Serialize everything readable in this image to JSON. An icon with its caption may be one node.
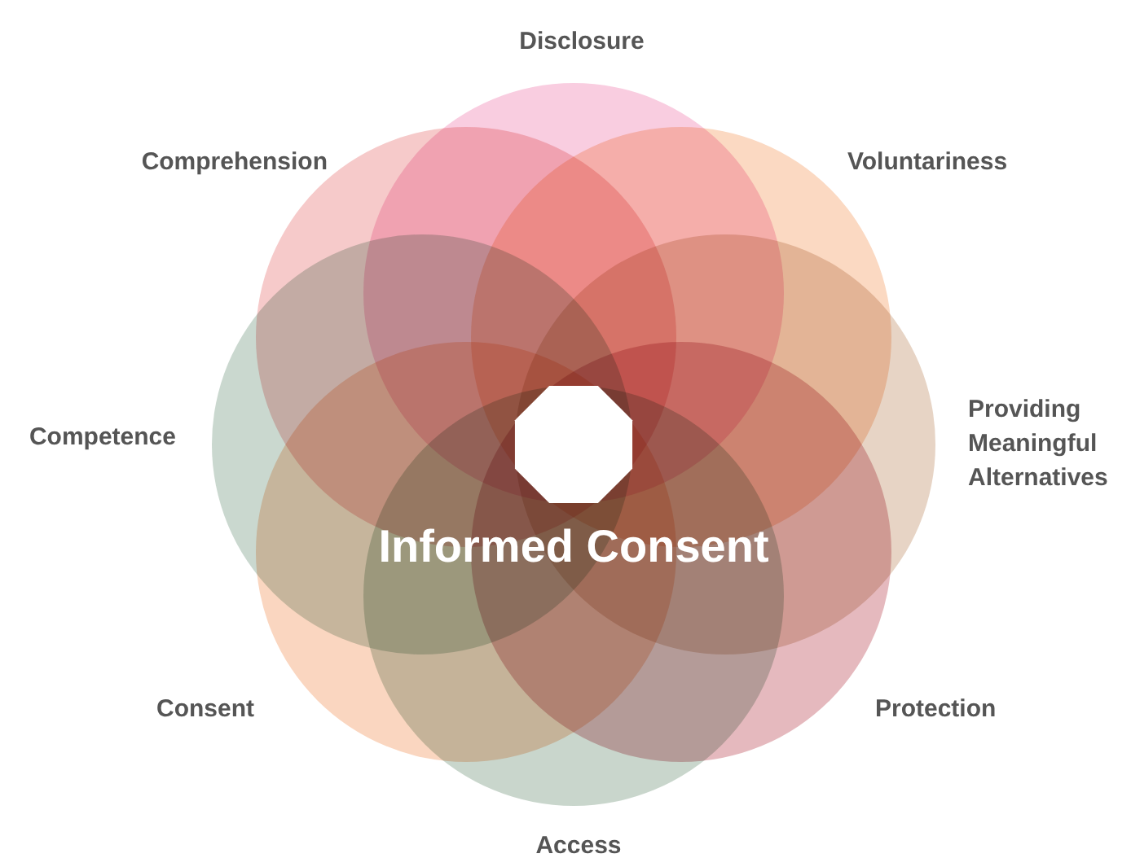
{
  "diagram": {
    "nodes": [
      {
        "text": [],
        "shape": "circle",
        "beside": [
          "Disclosure"
        ]
      },
      {
        "text": [],
        "shape": "circle",
        "beside": [
          "Voluntariness"
        ]
      },
      {
        "text": [],
        "shape": "circle",
        "beside": [
          "Providing Meaningful Alternatives"
        ]
      },
      {
        "text": [],
        "shape": "circle",
        "beside": [
          "Protection"
        ]
      },
      {
        "text": [],
        "shape": "circle",
        "beside": [
          "Access"
        ]
      },
      {
        "text": [],
        "shape": "circle",
        "beside": [
          "Consent"
        ]
      },
      {
        "text": [],
        "shape": "circle",
        "beside": [
          "Competence"
        ]
      },
      {
        "text": [],
        "shape": "circle",
        "beside": [
          "Comprehension"
        ]
      },
      {
        "text": [],
        "shape": "octagon"
      }
    ],
    "labels": [
      "Informed Consent"
    ]
  }
}
